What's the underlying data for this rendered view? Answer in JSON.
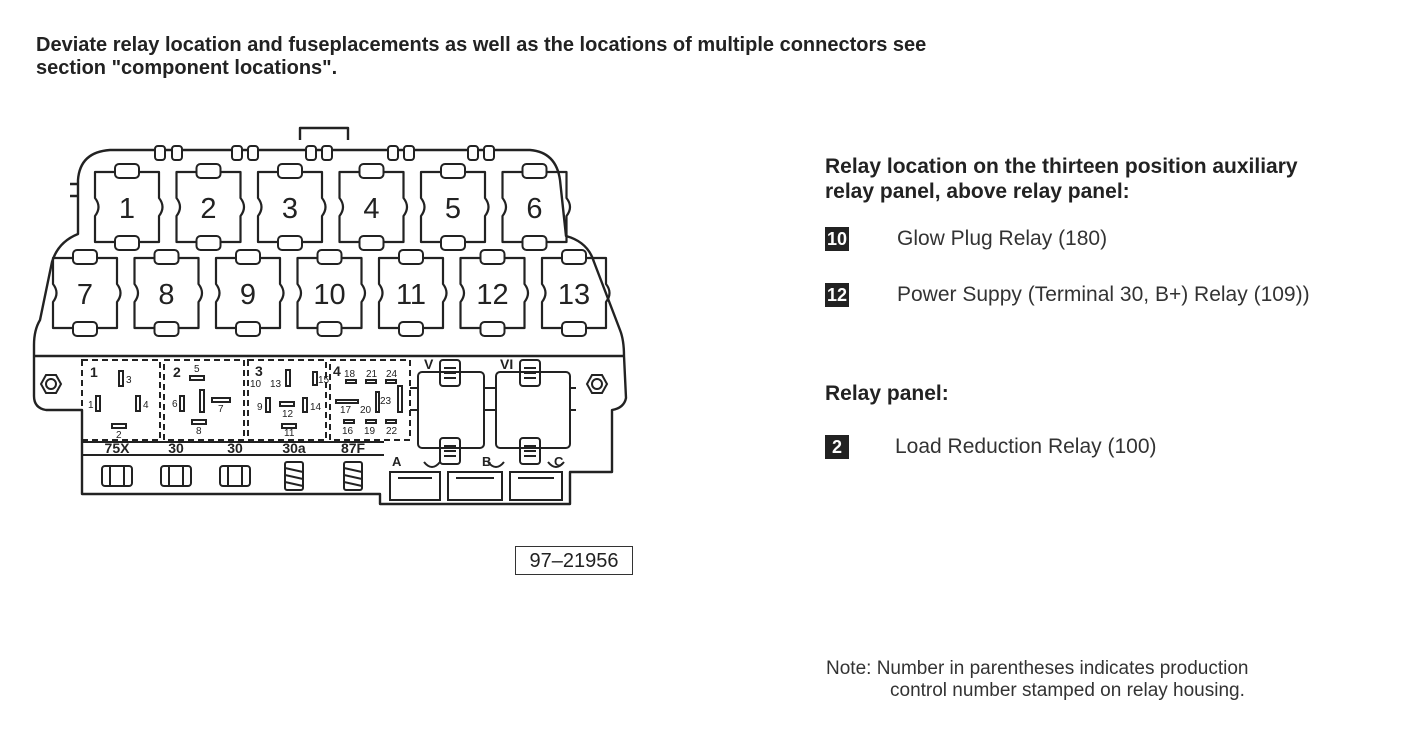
{
  "header": {
    "line1": "Deviate relay location and fuseplacements as well as the locations of multiple connectors see",
    "line2": "section \"component locations\"."
  },
  "diagram": {
    "top_relays": [
      "1",
      "2",
      "3",
      "4",
      "5",
      "6"
    ],
    "bottom_relays": [
      "7",
      "8",
      "9",
      "10",
      "11",
      "12",
      "13"
    ],
    "socket_numbers": [
      "1",
      "2",
      "3",
      "4"
    ],
    "roman_labels": [
      "V",
      "VI"
    ],
    "terminal_labels": [
      "75X",
      "30",
      "30",
      "30a",
      "87F"
    ],
    "connector_labels": [
      "A",
      "B",
      "C"
    ],
    "pin_labels": {
      "s1": [
        "3",
        "1",
        "4",
        "2"
      ],
      "s2": [
        "5",
        "6",
        "7",
        "8"
      ],
      "s3": [
        "10",
        "13",
        "15",
        "9",
        "12",
        "14",
        "11"
      ],
      "s4": [
        "18",
        "21",
        "24",
        "17",
        "20",
        "23",
        "16",
        "19",
        "22"
      ]
    }
  },
  "figure_id": "97–21956",
  "aux_panel": {
    "title_line1": "Relay location on the thirteen position auxiliary",
    "title_line2": "relay panel, above relay panel:",
    "items": [
      {
        "num": "10",
        "label": "Glow Plug Relay (180)"
      },
      {
        "num": "12",
        "label": "Power Suppy (Terminal 30, B+) Relay (109))"
      }
    ]
  },
  "relay_panel": {
    "title": "Relay panel:",
    "items": [
      {
        "num": "2",
        "label": "Load Reduction Relay (100)"
      }
    ]
  },
  "note": {
    "line1": "Note:  Number in parentheses indicates production",
    "line2": "control number stamped on relay housing."
  }
}
